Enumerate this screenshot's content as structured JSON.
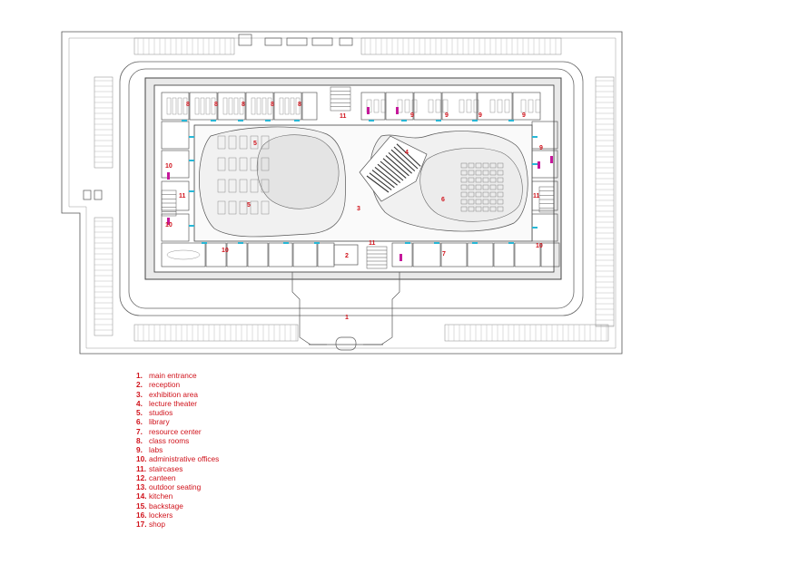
{
  "plan_labels": {
    "main_entrance": "1",
    "reception": "2",
    "exhibition": "3",
    "lecture_theater": "4",
    "studios": "5",
    "library": "6",
    "resource_center": "7",
    "classrooms": "8",
    "labs": "9",
    "admin_offices": "10",
    "staircases": "11"
  },
  "legend": [
    {
      "num": "1.",
      "label": "main entrance"
    },
    {
      "num": "2.",
      "label": "reception"
    },
    {
      "num": "3.",
      "label": "exhibition area"
    },
    {
      "num": "4.",
      "label": "lecture theater"
    },
    {
      "num": "5.",
      "label": "studios"
    },
    {
      "num": "6.",
      "label": "library"
    },
    {
      "num": "7.",
      "label": "resource center"
    },
    {
      "num": "8.",
      "label": "class rooms"
    },
    {
      "num": "9.",
      "label": "labs"
    },
    {
      "num": "10.",
      "label": "administrative offices"
    },
    {
      "num": "11.",
      "label": "staircases"
    },
    {
      "num": "12.",
      "label": "canteen"
    },
    {
      "num": "13.",
      "label": "outdoor seating"
    },
    {
      "num": "14.",
      "label": "kitchen"
    },
    {
      "num": "15.",
      "label": "backstage"
    },
    {
      "num": "16.",
      "label": "lockers"
    },
    {
      "num": "17.",
      "label": "shop"
    }
  ],
  "colors": {
    "label_red": "#d0121b",
    "accent_cyan": "#27b7d6",
    "accent_magenta": "#c5199b",
    "line": "#555555"
  }
}
